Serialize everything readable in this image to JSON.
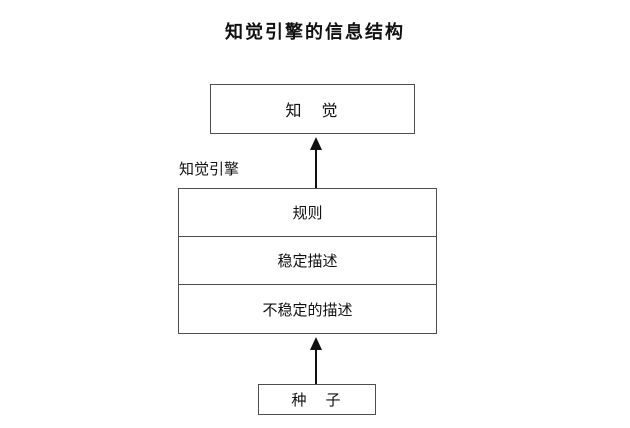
{
  "diagram": {
    "title": "知觉引擎的信息结构",
    "perception_box": {
      "label": "知　觉"
    },
    "engine_label": "知觉引擎",
    "stack": {
      "layers": [
        {
          "label": "规则"
        },
        {
          "label": "稳定描述"
        },
        {
          "label": "不稳定的描述"
        }
      ]
    },
    "seed_box": {
      "label": "种　子"
    },
    "colors": {
      "background": "#ffffff",
      "border": "#4d4d4d",
      "text": "#111111",
      "arrow": "#111111"
    }
  }
}
